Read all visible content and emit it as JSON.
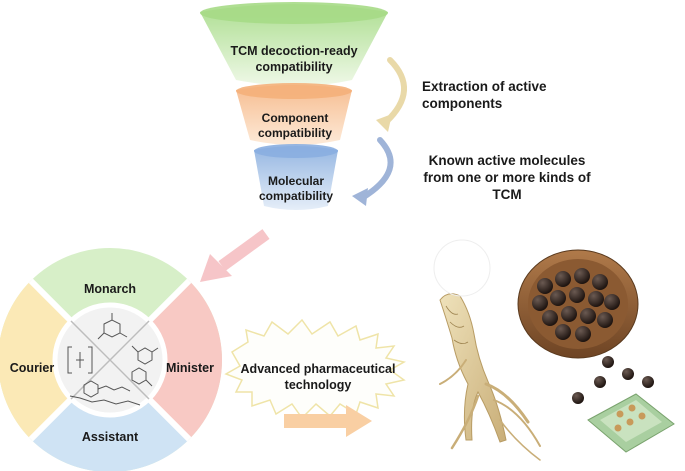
{
  "funnel": {
    "level1_line1": "TCM decoction-ready",
    "level1_line2": "compatibility",
    "level2_line1": "Component",
    "level2_line2": "compatibility",
    "level3_line1": "Molecular",
    "level3_line2": "compatibility"
  },
  "annotations": {
    "extraction_line1": "Extraction of active",
    "extraction_line2": "components",
    "known_line1": "Known active molecules",
    "known_line2": "from one or more kinds of",
    "known_line3": "TCM"
  },
  "wheel": {
    "top": "Monarch",
    "right": "Minister",
    "bottom": "Assistant",
    "left": "Courier",
    "colors": {
      "top": "#d7efc8",
      "right": "#f8c9c4",
      "bottom": "#cfe3f4",
      "left": "#fbe9b6"
    }
  },
  "starburst": {
    "line1": "Advanced pharmaceutical",
    "line2": "technology"
  },
  "colors": {
    "funnel_green": "#bfe6a8",
    "funnel_orange": "#f8c99a",
    "funnel_blue": "#a9c3e6",
    "arrow_pink": "#f6c5c8",
    "arrow_orange": "#f9cfa3"
  },
  "icons": [
    "curved-arrow-icon",
    "diagonal-arrow-icon",
    "right-arrow-icon",
    "ginseng-root-icon",
    "pill-bowl-icon",
    "pill-sheet-icon"
  ]
}
